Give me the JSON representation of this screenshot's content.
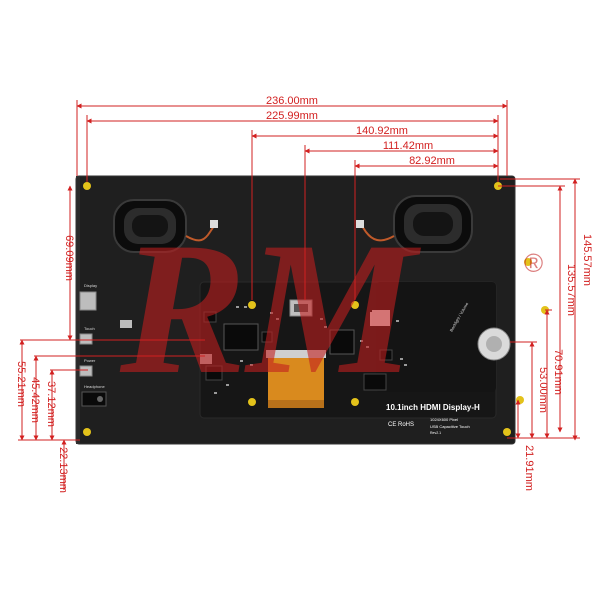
{
  "dimensions": {
    "overall_width": "236.00mm",
    "hole_span_width": "225.99mm",
    "offset_140": "140.92mm",
    "offset_111": "111.42mm",
    "offset_82": "82.92mm",
    "left_speaker_height": "69.09mm",
    "overall_height": "145.57mm",
    "hole_span_height": "135.57mm",
    "right_70": "70.91mm",
    "right_53": "53.00mm",
    "right_21": "21.91mm",
    "left_55": "55.21mm",
    "left_45": "45.42mm",
    "left_37": "37.12mm",
    "bottom_22": "22.13mm"
  },
  "board": {
    "product_name": "10.1inch HDMI Display-H",
    "resolution": "1024X600 Pixel",
    "touch": "USB Capacitive Touch",
    "revision": "Rev2.1",
    "cert_marks": "CE RoHS",
    "port_display": "Display",
    "port_touch": "Touch",
    "port_power": "Power",
    "port_headphone": "Headphone",
    "backlight_label": "Backlight / Volume"
  },
  "watermark": {
    "text": "RM",
    "registered": "®"
  },
  "colors": {
    "dimension_line": "#d22020",
    "board_fill": "#1f1f1f",
    "pcb": "#141414",
    "fpc_cable": "#d98a1e",
    "mounting_hole": "#e3c21a"
  }
}
